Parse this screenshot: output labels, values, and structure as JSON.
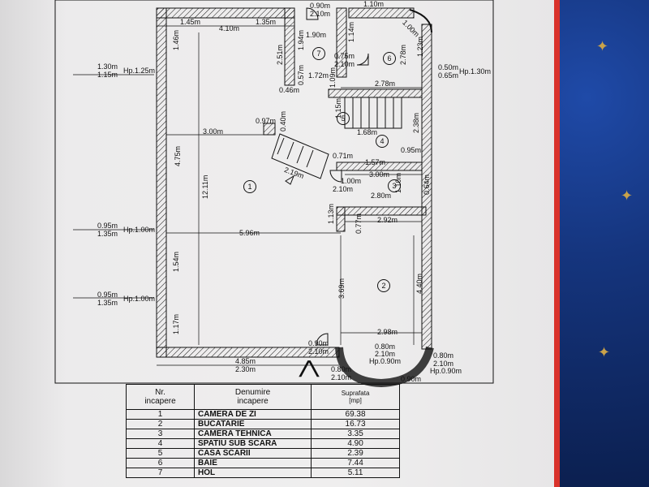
{
  "plan": {
    "dimensions": {
      "d_1_45": "1.45m",
      "d_4_10": "4.10m",
      "d_1_35": "1.35m",
      "d_0_90_top": "0.90m",
      "d_2_10_top": "2.10m",
      "d_1_46": "1.46m",
      "d_1_90": "1.90m",
      "d_1_14": "1.14m",
      "d_1_00_baie": "1.00m",
      "d_2_51": "2.51m",
      "d_1_94": "1.94m",
      "d_0_75": "0.75m",
      "d_2_10_b": "2.10m",
      "d_2_78_v": "2.78m",
      "d_1_23": "1.23m",
      "d_0_57": "0.57m",
      "d_1_72": "1.72m",
      "d_0_46": "0.46m",
      "d_1_09": "1.09m",
      "d_2_78": "2.78m",
      "win_left_1": "1.30m",
      "win_left_1b": "1.15m",
      "hp_left_1": "Hp.1.25m",
      "win_right_1": "0.50m",
      "win_right_1b": "0.65m",
      "hp_right_1": "Hp.1.30m",
      "d_1_15": "1.15m",
      "d_1_68": "1.68m",
      "d_2_38": "2.38m",
      "d_3_00": "3.00m",
      "d_0_97": "0.97m",
      "d_0_40": "0.40m",
      "d_4_75": "4.75m",
      "d_12_11": "12.11m",
      "d_0_71": "0.71m",
      "d_1_57": "1.57m",
      "d_0_95": "0.95m",
      "d_3_00_b": "3.00m",
      "d_2_19": "2.19m",
      "d_1_00": "1.00m",
      "d_2_10_c": "2.10m",
      "d_1_10": "1.10m",
      "d_2_80": "2.80m",
      "d_0_64": "0.64m",
      "d_1_13": "1.13m",
      "d_0_77": "0.77m",
      "d_2_92": "2.92m",
      "win_left_2": "0.95m",
      "win_left_2b": "1.35m",
      "hp_left_2": "Hp.1.00m",
      "d_5_96": "5.96m",
      "d_1_54": "1.54m",
      "d_3_69": "3.69m",
      "d_4_40": "4.40m",
      "win_left_3": "0.95m",
      "win_left_3b": "1.35m",
      "hp_left_3": "Hp.1.00m",
      "d_1_17": "1.17m",
      "d_0_90": "0.90m",
      "d_2_10_d": "2.10m",
      "d_2_98": "2.98m",
      "d_0_80_a": "0.80m",
      "d_2_10_e": "2.10m",
      "hp_090_a": "Hp.0.90m",
      "d_0_80_b": "0.80m",
      "d_2_10_f": "2.10m",
      "hp_090_b": "Hp.0.90m",
      "d_4_85": "4.85m",
      "d_2_30": "2.30m",
      "d_0_80_c": "0.80m",
      "d_2_10_g": "2.10m",
      "d_0_90_partial": "0.90m",
      "d_1_10_top": "1.10m"
    },
    "rooms": [
      "1",
      "2",
      "3",
      "4",
      "5",
      "6",
      "7"
    ]
  },
  "table": {
    "headers": {
      "nr": "Nr.\nincapere",
      "name": "Denumire\nincapere",
      "area": "Suprafata\n[mp]"
    },
    "rows": [
      {
        "nr": "1",
        "name": "CAMERA DE ZI",
        "area": "69.38"
      },
      {
        "nr": "2",
        "name": "BUCATARIE",
        "area": "16.73"
      },
      {
        "nr": "3",
        "name": "CAMERA TEHNICA",
        "area": "3.35"
      },
      {
        "nr": "4",
        "name": "SPATIU SUB SCARA",
        "area": "4.90"
      },
      {
        "nr": "5",
        "name": "CASA SCARII",
        "area": "2.39"
      },
      {
        "nr": "6",
        "name": "BAIE",
        "area": "7.44"
      },
      {
        "nr": "7",
        "name": "HOL",
        "area": "5.11"
      }
    ]
  },
  "colors": {
    "ink": "#111111",
    "paper": "#efeeee",
    "fabric": "#15357e",
    "edge": "#d9322b"
  },
  "icons": {
    "north": "north-arrow-icon",
    "star": "star-icon"
  }
}
